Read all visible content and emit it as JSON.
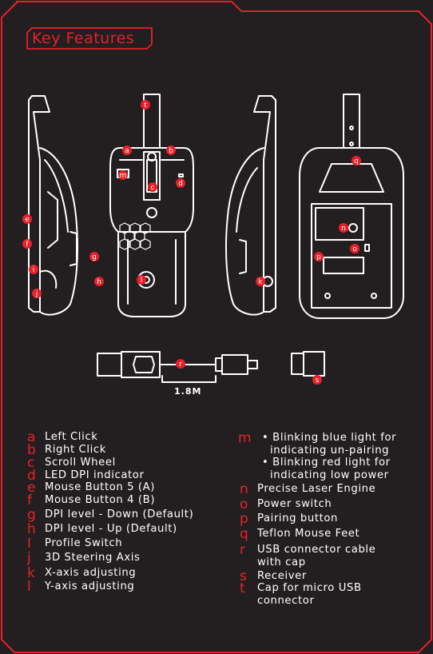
{
  "title": "Key Features",
  "cable_length": "1.8M",
  "callouts": [
    "a",
    "b",
    "c",
    "d",
    "e",
    "f",
    "g",
    "h",
    "i",
    "j",
    "k",
    "l",
    "m",
    "n",
    "o",
    "p",
    "q",
    "r",
    "s",
    "t"
  ],
  "features_left": [
    {
      "letter": "a",
      "label": "Left Click"
    },
    {
      "letter": "b",
      "label": "Right Click"
    },
    {
      "letter": "c",
      "label": "Scroll Wheel"
    },
    {
      "letter": "d",
      "label": "LED DPI indicator"
    },
    {
      "letter": "e",
      "label": "Mouse Button 5 (A)"
    },
    {
      "letter": "f",
      "label": "Mouse Button 4 (B)"
    },
    {
      "letter": "g",
      "label": "DPI level - Down (Default)"
    },
    {
      "letter": "h",
      "label": "DPI level - Up (Default)"
    },
    {
      "letter": "I",
      "label": "Profile Switch"
    },
    {
      "letter": "j",
      "label": "3D Steering Axis"
    },
    {
      "letter": "k",
      "label": "X-axis adjusting"
    },
    {
      "letter": "l",
      "label": "Y-axis adjusting"
    }
  ],
  "feature_m": {
    "letter": "m",
    "bullet_1": "• Blinking blue light for",
    "bullet_1b": "indicating un-pairing",
    "bullet_2": "• Blinking red light for",
    "bullet_2b": "indicating low power"
  },
  "features_right": [
    {
      "letter": "n",
      "label": "Precise Laser Engine"
    },
    {
      "letter": "o",
      "label": "Power switch"
    },
    {
      "letter": "p",
      "label": "Pairing button"
    },
    {
      "letter": "q",
      "label": "Teflon Mouse Feet"
    },
    {
      "letter": "r",
      "label": "USB connector cable",
      "label2": "with cap"
    },
    {
      "letter": "s",
      "label": "Receiver"
    },
    {
      "letter": "t",
      "label": "Cap for micro USB",
      "label2": "connector"
    }
  ],
  "colors": {
    "background": "#231f20",
    "accent": "#e8202a",
    "line": "#ffffff"
  }
}
